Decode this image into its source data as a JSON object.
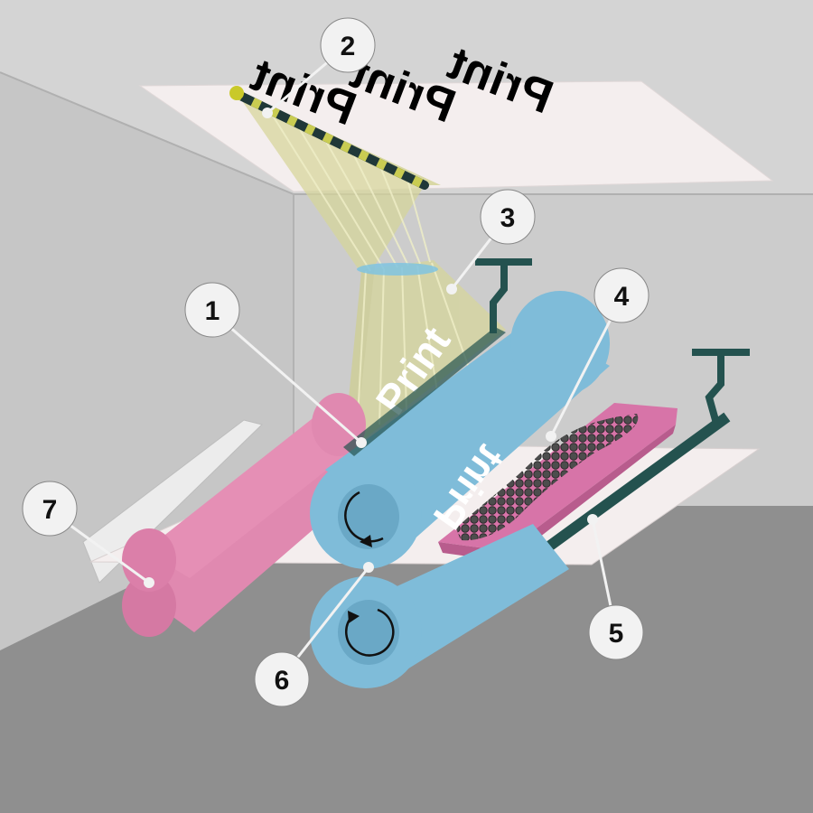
{
  "diagram": {
    "document_text": "Print",
    "colors": {
      "light_room": "#d4d4d4",
      "side_wall": "#c6c6c6",
      "back_wall": "#cccccc",
      "floor": "#8f8f8f",
      "paper": "#f4eeee",
      "drum": "#7fbcd9",
      "drum_dark": "#6aa8c6",
      "fuser": "#e089b0",
      "fuser_dark": "#d579a3",
      "toner_tray": "#d774a8",
      "toner": "#555555",
      "light_beam": "#d7d69a",
      "mirror": "#203838",
      "teal_bar": "#24524f",
      "callout_fill": "#f2f2f2",
      "lens": "#7fc3e0"
    },
    "callouts": [
      {
        "number": "1",
        "icon": "numbered-circle-icon",
        "target": "drum-upper"
      },
      {
        "number": "2",
        "icon": "numbered-circle-icon",
        "target": "scan-mirror"
      },
      {
        "number": "3",
        "icon": "numbered-circle-icon",
        "target": "laser-beam"
      },
      {
        "number": "4",
        "icon": "numbered-circle-icon",
        "target": "toner"
      },
      {
        "number": "5",
        "icon": "numbered-circle-icon",
        "target": "corona-wire"
      },
      {
        "number": "6",
        "icon": "numbered-circle-icon",
        "target": "roller-nip"
      },
      {
        "number": "7",
        "icon": "numbered-circle-icon",
        "target": "fuser-rollers"
      }
    ],
    "icons": {
      "rotation_upper": "rotate-counterclockwise-icon",
      "rotation_lower": "rotate-clockwise-icon"
    }
  }
}
